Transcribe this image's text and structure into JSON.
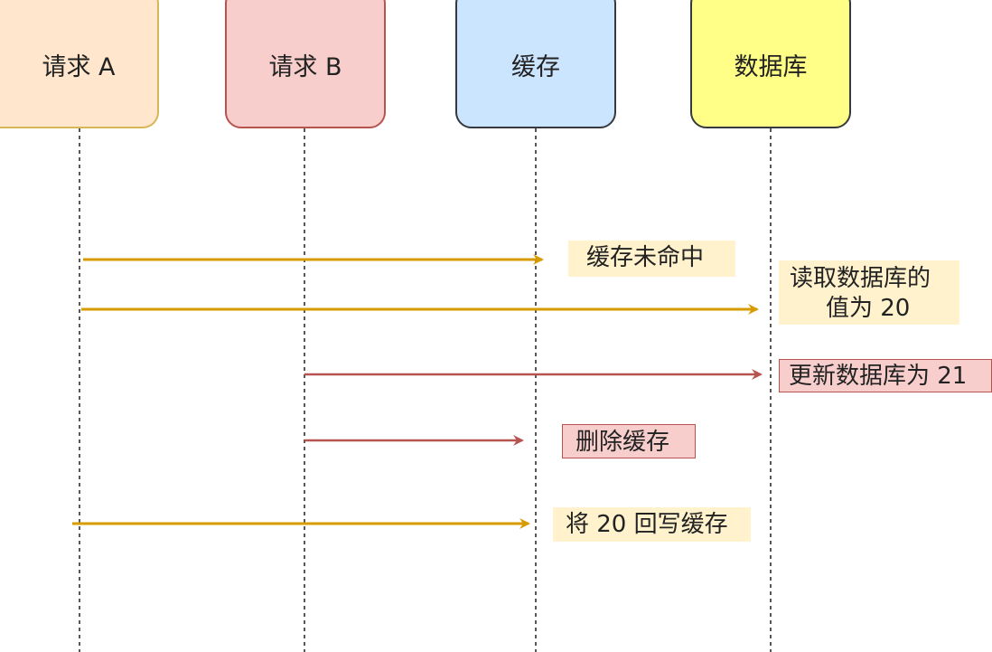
{
  "actors": [
    {
      "label": "请求 A",
      "fill": "#ffe6cc",
      "stroke": "#d6b656"
    },
    {
      "label": "请求 B",
      "fill": "#f8cecc",
      "stroke": "#b85450"
    },
    {
      "label": "缓存",
      "fill": "#cce5ff",
      "stroke": "#36393d"
    },
    {
      "label": "数据库",
      "fill": "#ffff88",
      "stroke": "#36393d"
    }
  ],
  "messages": [
    {
      "from": "请求 A",
      "to": "缓存",
      "color": "#d79b00"
    },
    {
      "from": "请求 A",
      "to": "数据库",
      "color": "#d79b00"
    },
    {
      "from": "请求 B",
      "to": "数据库",
      "color": "#b85450"
    },
    {
      "from": "请求 B",
      "to": "缓存",
      "color": "#b85450"
    },
    {
      "from": "请求 A",
      "to": "缓存",
      "color": "#d79b00"
    }
  ],
  "notes": [
    {
      "lines": [
        "缓存未命中"
      ],
      "fill": "#fff2cc"
    },
    {
      "lines": [
        "读取数据库的",
        "值为 20"
      ],
      "fill": "#fff2cc"
    },
    {
      "lines": [
        "更新数据库为 21"
      ],
      "fill": "#f8cecc",
      "stroke": "#b85450"
    },
    {
      "lines": [
        "删除缓存"
      ],
      "fill": "#f8cecc",
      "stroke": "#b85450"
    },
    {
      "lines": [
        "将 20 回写缓存"
      ],
      "fill": "#fff2cc"
    }
  ]
}
